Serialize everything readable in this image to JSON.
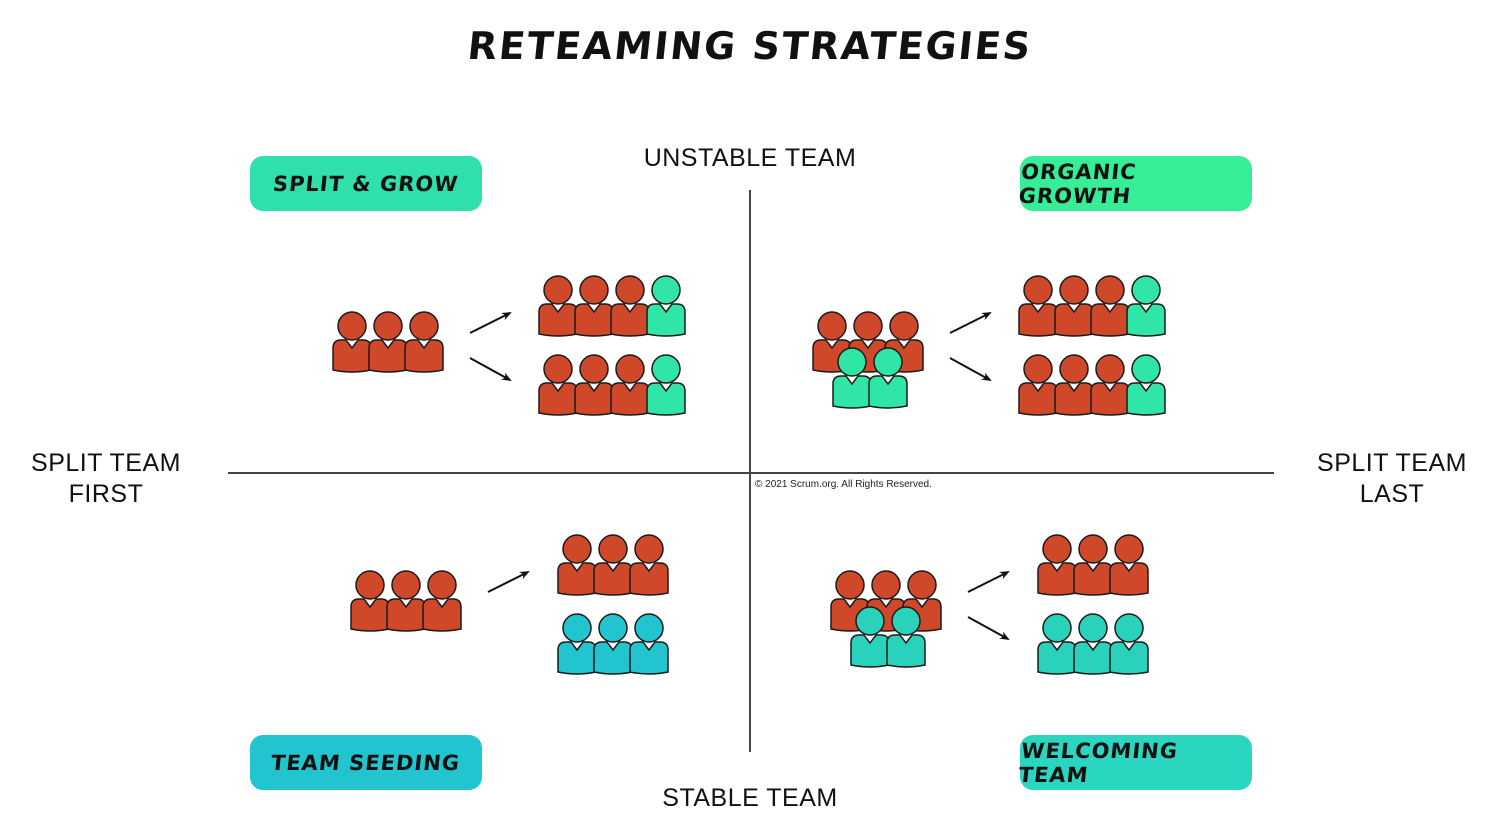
{
  "title": "RETEAMING STRATEGIES",
  "axes": {
    "top": "UNSTABLE TEAM",
    "bottom": "STABLE TEAM",
    "left_line1": "SPLIT TEAM",
    "left_line2": "FIRST",
    "right_line1": "SPLIT TEAM",
    "right_line2": "LAST"
  },
  "quadrants": {
    "top_left": "SPLIT & GROW",
    "top_right": "ORGANIC GROWTH",
    "bottom_left": "TEAM SEEDING",
    "bottom_right": "WELCOMING TEAM"
  },
  "copyright": "© 2021 Scrum.org. All Rights Reserved.",
  "colors": {
    "existing_member": "#d0482a",
    "new_member": "#2fe6a6",
    "seeded_member": "#22c4cf",
    "welcomed_member": "#2bd2bb",
    "axis_line": "#444444"
  }
}
